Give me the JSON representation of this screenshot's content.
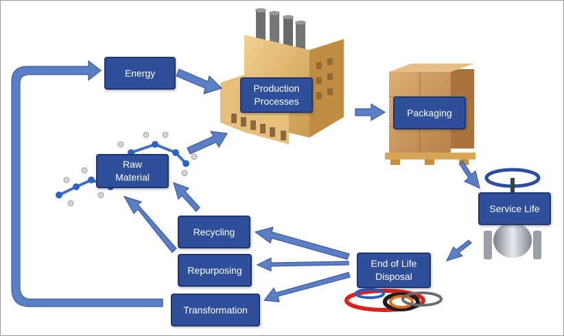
{
  "diagram": {
    "nodes": {
      "energy": "Energy",
      "production": "Production\nProcesses",
      "packaging": "Packaging",
      "raw_material": "Raw\nMaterial",
      "service_life": "Service Life",
      "end_of_life": "End of Life\nDisposal",
      "recycling": "Recycling",
      "repurposing": "Repurposing",
      "transformation": "Transformation"
    }
  },
  "colors": {
    "box_fill": "#2f4f9a",
    "box_border": "#1f356f",
    "arrow_fill": "#5b7fc4",
    "arrow_stroke": "#3a5aa0",
    "factory": "#e0b870",
    "carton": "#c99458",
    "valve": "#2a4ea0"
  }
}
